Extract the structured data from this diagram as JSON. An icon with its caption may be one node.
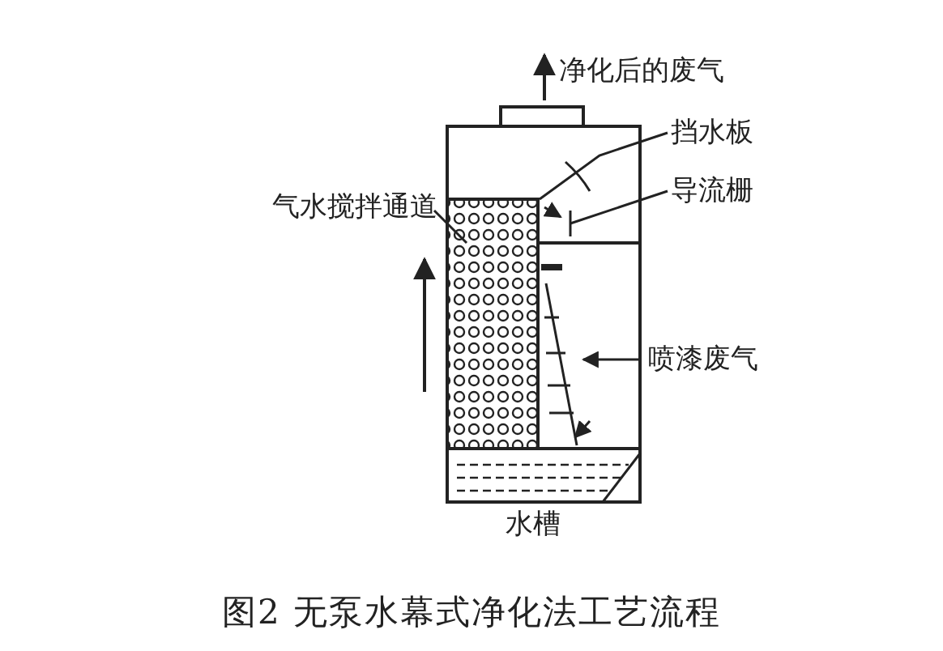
{
  "diagram": {
    "caption": "图2  无泵水幕式净化法工艺流程",
    "nodes": [
      {
        "text": [
          "挡水板"
        ]
      },
      {
        "text": [
          "导流栅"
        ]
      },
      {
        "text": [
          "气水搅拌通道"
        ]
      },
      {
        "text": [
          "喷漆废气"
        ]
      }
    ],
    "edges": [
      {
        "from": 0,
        "to": null,
        "arrow": "none"
      },
      {
        "from": 1,
        "to": null,
        "arrow": "none"
      },
      {
        "from": 2,
        "to": null,
        "arrow": "none"
      },
      {
        "from": 3,
        "to": null,
        "arrow": "to"
      }
    ],
    "labels": [
      "净化后的废气",
      "水槽"
    ]
  }
}
